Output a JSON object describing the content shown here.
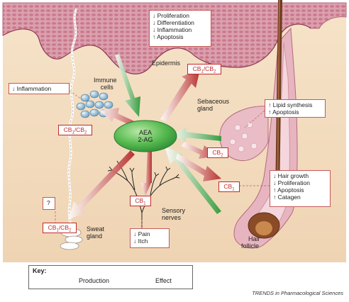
{
  "center": {
    "line1": "AEA",
    "line2": "2-AG"
  },
  "labels": {
    "immune_cells_1": "Immune",
    "immune_cells_2": "cells",
    "epidermis": "Epidermis",
    "sebaceous_1": "Sebaceous",
    "sebaceous_2": "gland",
    "sensory_1": "Sensory",
    "sensory_2": "nerves",
    "sweat_1": "Sweat",
    "sweat_2": "gland",
    "hair_1": "Hair",
    "hair_2": "follicle"
  },
  "receptors": {
    "epidermis": "CB1/CB2",
    "immune": "CB1/CB2",
    "sebaceous": "CB2",
    "hair": "CB1",
    "nerve": "CB1",
    "sweat": "CB1/CB2"
  },
  "effects": {
    "epidermis": [
      "↓ Proliferation",
      "↓ Differentiation",
      "↓ Inflammation",
      "↑ Apoptosis"
    ],
    "immune": [
      "↓ Inflammation"
    ],
    "sebaceous": [
      "↑ Lipid synthesis",
      "↑ Apoptosis"
    ],
    "hair": [
      "↓ Hair growth",
      "↓ Proliferation",
      "↑ Apoptosis",
      "↑ Catagen"
    ],
    "nerve": [
      "↓ Pain",
      "↓ Itch"
    ],
    "sweat": [
      "?"
    ]
  },
  "key": {
    "title": "Key:",
    "production": "Production",
    "effect": "Effect"
  },
  "source": "TRENDS in Pharmacological Sciences",
  "colors": {
    "production": "#2e9a3a",
    "effect": "#b52a2a",
    "skin": "#f3dcc0",
    "epidermis": "#d79aa8",
    "center": "#49b54a"
  }
}
